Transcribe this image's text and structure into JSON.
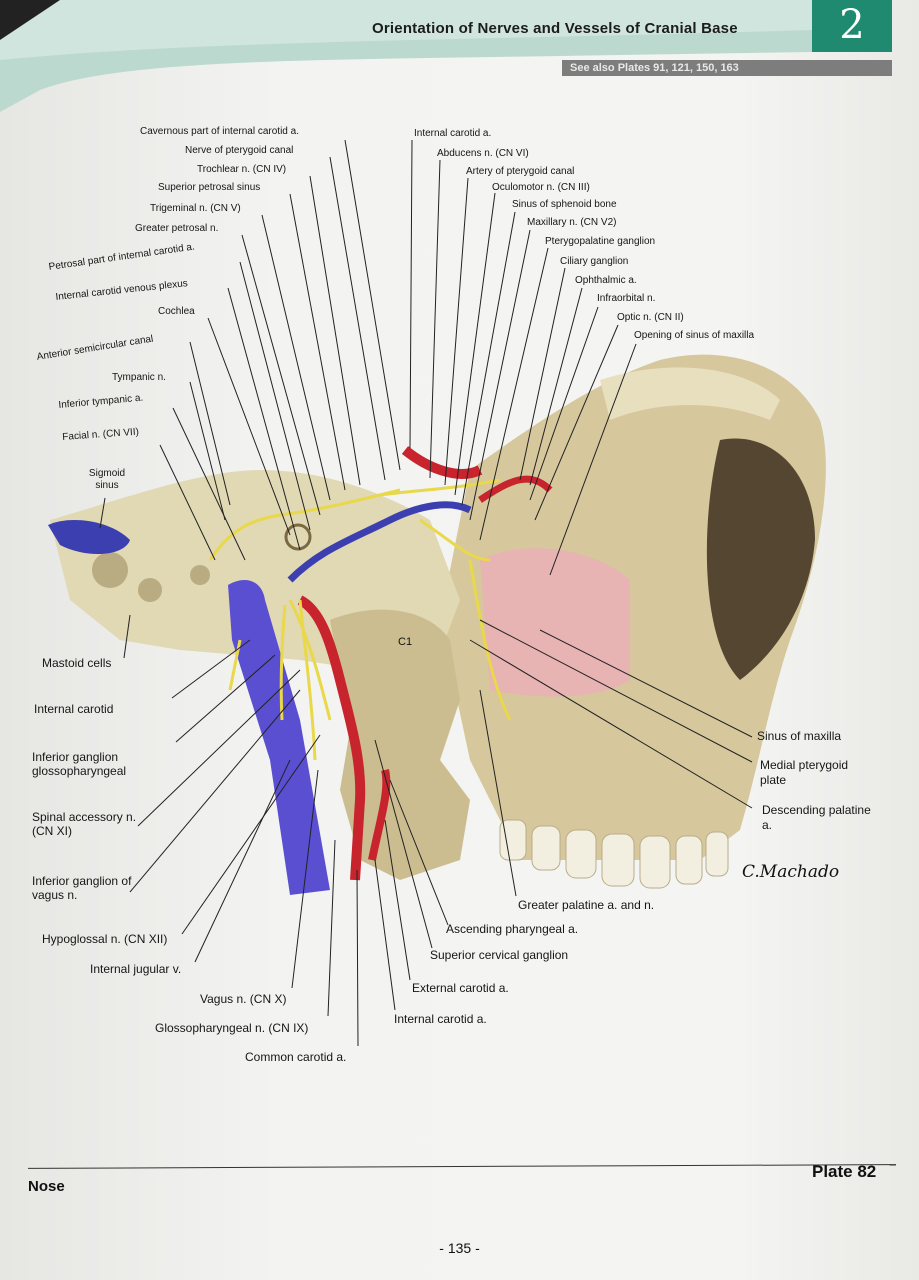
{
  "header": {
    "title": "Orientation of Nerves and Vessels of Cranial Base",
    "chapter_number": "2",
    "see_also": "See also Plates 91, 121, 150, 163"
  },
  "labels_top_left": [
    "Cavernous part of internal carotid a.",
    "Nerve of pterygoid canal",
    "Trochlear n. (CN IV)",
    "Superior petrosal sinus",
    "Trigeminal n. (CN V)",
    "Greater petrosal n.",
    "Petrosal part of internal carotid a.",
    "Internal carotid venous plexus",
    "Cochlea",
    "Anterior semicircular canal",
    "Tympanic n.",
    "Inferior tympanic a.",
    "Facial n. (CN VII)",
    "Sigmoid sinus"
  ],
  "labels_top_right": [
    "Internal carotid a.",
    "Abducens n. (CN VI)",
    "Artery of pterygoid canal",
    "Oculomotor n. (CN III)",
    "Sinus of sphenoid bone",
    "Maxillary n. (CN V2)",
    "Pterygopalatine ganglion",
    "Ciliary ganglion",
    "Ophthalmic a.",
    "Infraorbital n.",
    "Optic n. (CN II)",
    "Opening of sinus of maxilla"
  ],
  "labels_left": [
    "Mastoid cells",
    "Internal carotid",
    "Inferior ganglion glossopharyngeal",
    "Spinal accessory n. (CN XI)",
    "Inferior ganglion of vagus n."
  ],
  "labels_right": [
    "Sinus of maxilla",
    "Medial pterygoid plate",
    "Descending palatine a."
  ],
  "labels_bottom": [
    "Hypoglossal n. (CN XII)",
    "Internal jugular v.",
    "Vagus n. (CN X)",
    "Glossopharyngeal n. (CN IX)",
    "Common carotid a.",
    "Internal carotid a.",
    "External carotid a.",
    "Superior cervical ganglion",
    "Ascending pharyngeal a.",
    "Greater palatine a. and n."
  ],
  "vertebra_label": "C1",
  "signature": "C.Machado",
  "footer": {
    "section": "Nose",
    "plate": "Plate 82",
    "page": "- 135 -"
  },
  "colors": {
    "chapter_tab": "#1f8a6f",
    "artery": "#c8242e",
    "vein": "#3b3fb0",
    "nerve": "#e8d84a",
    "bone": "#d9cfa8"
  }
}
